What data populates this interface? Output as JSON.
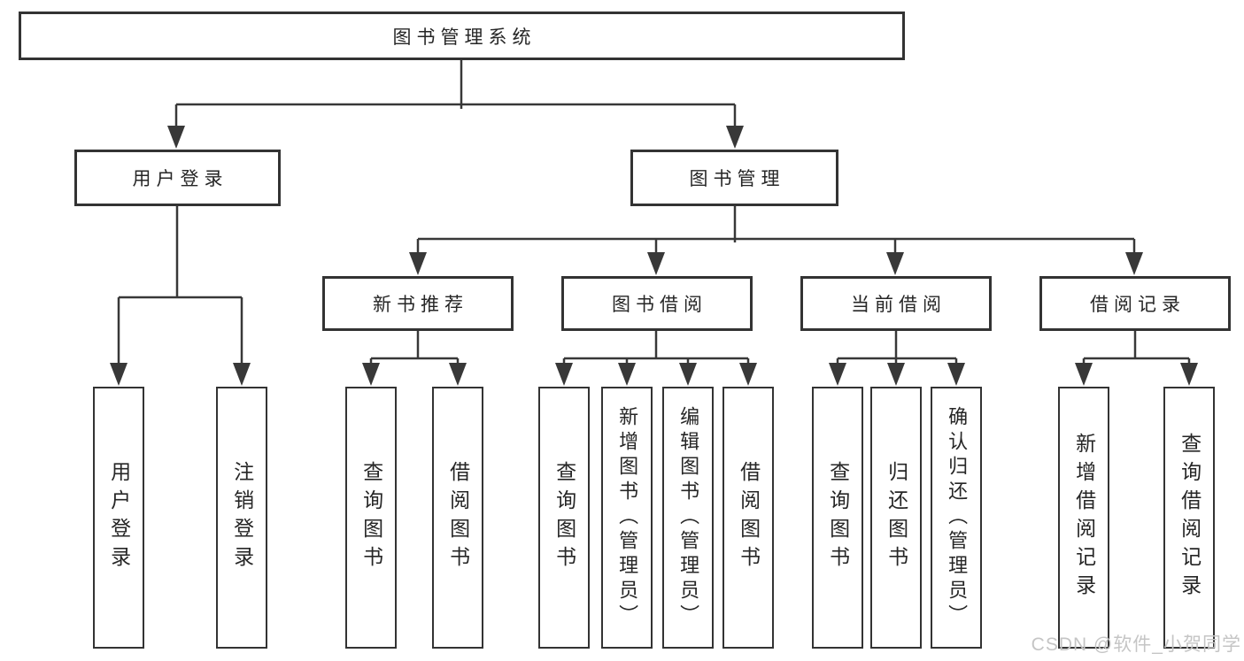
{
  "colors": {
    "line": "#383838",
    "border": "#333333",
    "text": "#262626",
    "watermark_text": "#c5c5c5",
    "background": "#ffffff"
  },
  "tree": {
    "label": "图书管理系统",
    "children": [
      {
        "label": "用户登录",
        "children": [
          {
            "label": "用户登录"
          },
          {
            "label": "注销登录"
          }
        ]
      },
      {
        "label": "图书管理",
        "children": [
          {
            "label": "新书推荐",
            "children": [
              {
                "label": "查询图书"
              },
              {
                "label": "借阅图书"
              }
            ]
          },
          {
            "label": "图书借阅",
            "children": [
              {
                "label": "查询图书"
              },
              {
                "label": "新增图书（管理员）"
              },
              {
                "label": "编辑图书（管理员）"
              },
              {
                "label": "借阅图书"
              }
            ]
          },
          {
            "label": "当前借阅",
            "children": [
              {
                "label": "查询图书"
              },
              {
                "label": "归还图书"
              },
              {
                "label": "确认归还（管理员）"
              }
            ]
          },
          {
            "label": "借阅记录",
            "children": [
              {
                "label": "新增借阅记录"
              },
              {
                "label": "查询借阅记录"
              }
            ]
          }
        ]
      }
    ]
  },
  "watermark": {
    "text": "CSDN @软件_小贺同学"
  }
}
